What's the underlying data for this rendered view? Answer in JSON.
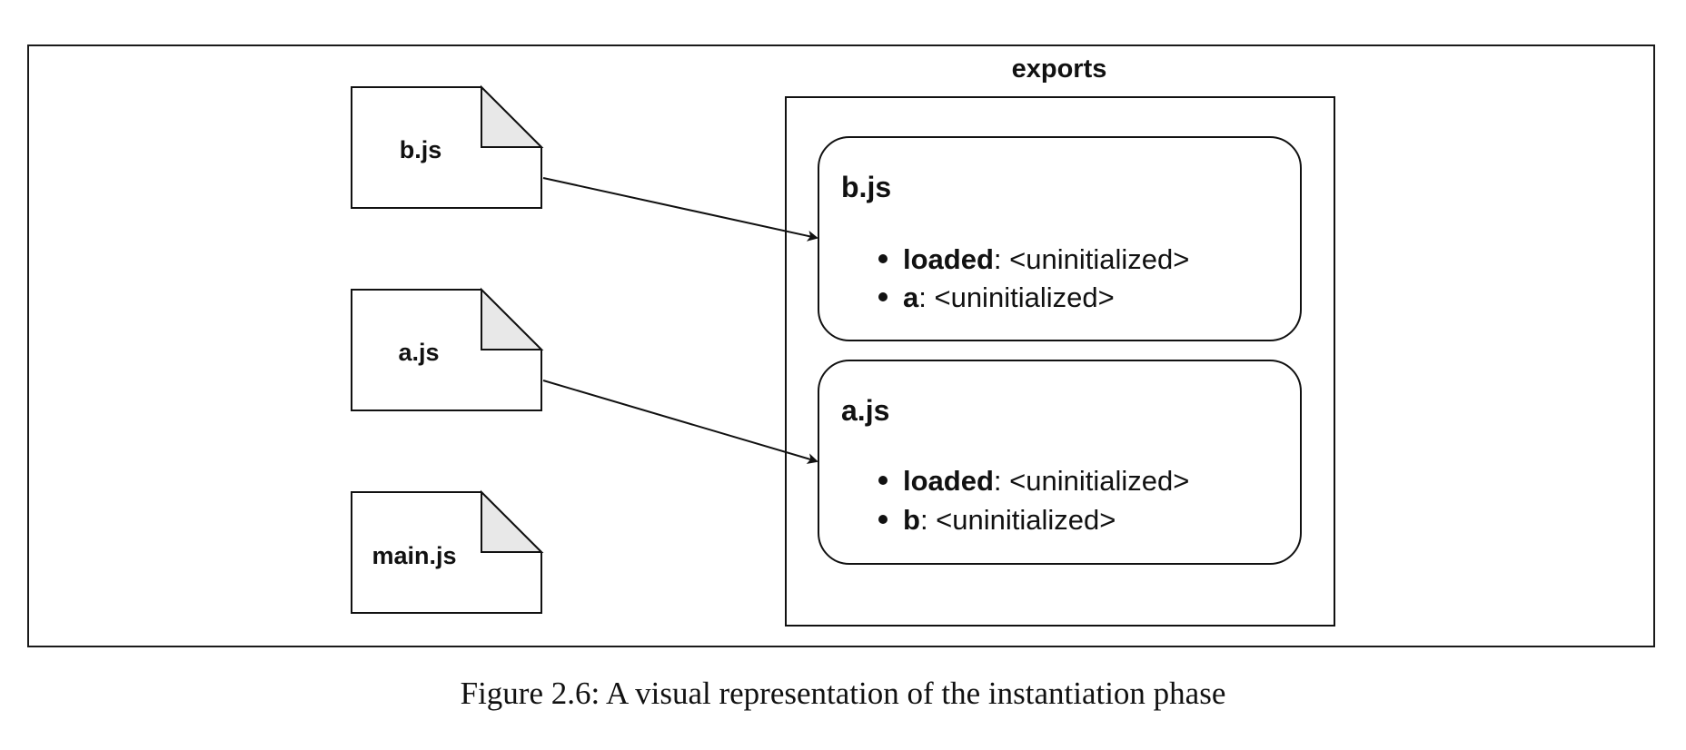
{
  "files": [
    {
      "id": "b",
      "label": "b.js"
    },
    {
      "id": "a",
      "label": "a.js"
    },
    {
      "id": "main",
      "label": "main.js"
    }
  ],
  "exports": {
    "title": "exports",
    "cards": [
      {
        "id": "b",
        "title": "b.js",
        "items": [
          {
            "key": "loaded",
            "value": ": <uninitialized>"
          },
          {
            "key": "a",
            "value": ": <uninitialized>"
          }
        ]
      },
      {
        "id": "a",
        "title": "a.js",
        "items": [
          {
            "key": "loaded",
            "value": ": <uninitialized>"
          },
          {
            "key": "b",
            "value": ": <uninitialized>"
          }
        ]
      }
    ]
  },
  "caption": "Figure 2.6: A visual representation of the instantiation phase"
}
